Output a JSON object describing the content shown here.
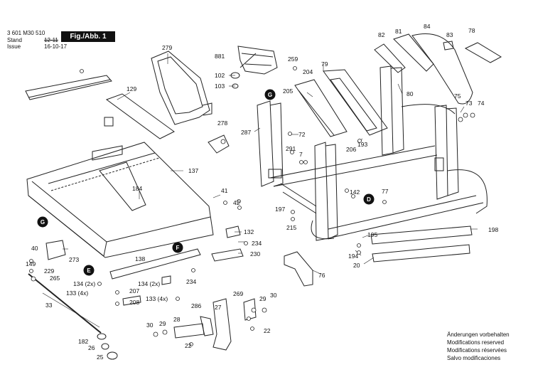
{
  "header": {
    "doc_number": "3 601 M30 510",
    "stand_label": "Stand",
    "stand_value": "12-11",
    "issue_label": "Issue",
    "issue_value": "16-10-17",
    "figure_label": "Fig./Abb. 1"
  },
  "notice": [
    "Änderungen vorbehalten",
    "Modifications reserved",
    "Modifications réservées",
    "Salvo modificaciones"
  ],
  "callout_labels": [
    "G",
    "D",
    "F",
    "E",
    "G"
  ],
  "part_numbers": [
    "279",
    "881",
    "102",
    "103",
    "259",
    "204",
    "79",
    "82",
    "81",
    "84",
    "83",
    "78",
    "129",
    "205",
    "278",
    "287",
    "72",
    "193",
    "206",
    "80",
    "75",
    "73",
    "74",
    "137",
    "291",
    "7",
    "184",
    "41",
    "42",
    "132",
    "234",
    "230",
    "142",
    "77",
    "197",
    "215",
    "198",
    "195",
    "194",
    "20",
    "76",
    "40",
    "273",
    "149",
    "229",
    "265",
    "134 (2x)",
    "133 (4x)",
    "138",
    "207",
    "208",
    "134 (2x)",
    "133 (4x)",
    "234",
    "33",
    "269",
    "29",
    "30",
    "27",
    "28",
    "286",
    "29",
    "30",
    "22",
    "22",
    "182",
    "26",
    "25"
  ],
  "colors": {
    "line": "#222222",
    "callout_fill": "#111111",
    "callout_text": "#ffffff"
  }
}
